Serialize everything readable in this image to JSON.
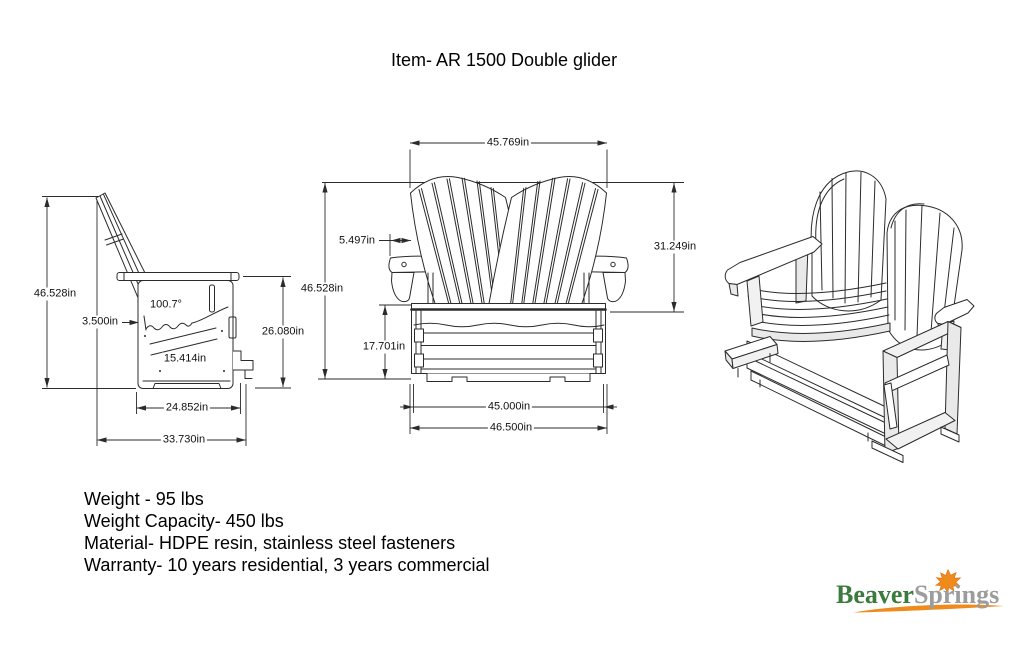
{
  "title": "Item- AR 1500 Double glider",
  "side_view": {
    "total_height": "46.528in",
    "front_seat_thickness": "3.500in",
    "back_angle": "100.7°",
    "seat_height": "15.414in",
    "arm_height": "26.080in",
    "base_depth": "24.852in",
    "total_depth": "33.730in"
  },
  "front_view": {
    "back_width": "45.769in",
    "arm_overhang": "5.497in",
    "back_height": "31.249in",
    "total_height": "46.528in",
    "base_height": "17.701in",
    "inner_width": "45.000in",
    "total_width": "46.500in"
  },
  "specs": {
    "weight": "Weight - 95 lbs",
    "capacity": "Weight Capacity- 450 lbs",
    "material": "Material- HDPE resin, stainless steel fasteners",
    "warranty": "Warranty- 10 years residential, 3 years commercial"
  },
  "logo": {
    "word1": "Beaver",
    "word2": "Springs"
  },
  "colors": {
    "line": "#2b2b2b",
    "logo_green": "#3d7a3e",
    "logo_gray": "#9c9c9c",
    "logo_orange": "#ef8a1d",
    "leaf_orange_dark": "#dd6f12"
  }
}
